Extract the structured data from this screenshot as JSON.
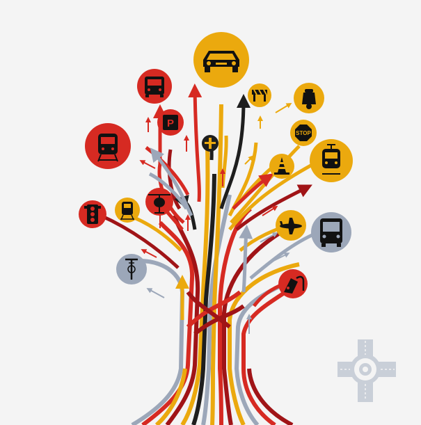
{
  "palette": {
    "background": "#f4f4f4",
    "red": "#d62a22",
    "dark_red": "#a01417",
    "orange": "#eba90e",
    "black": "#1e1e1e",
    "gray_blue": "#9ca7b9",
    "light_gray": "#c9cfd8",
    "icon_ink": "#111111"
  },
  "sign_labels": {
    "parking": "P",
    "stop": "STOP"
  },
  "icons": [
    {
      "id": "car",
      "name": "car-icon",
      "color": "orange"
    },
    {
      "id": "bus",
      "name": "bus-icon",
      "color": "red"
    },
    {
      "id": "parking",
      "name": "parking-sign-icon",
      "color": "red"
    },
    {
      "id": "crossroads",
      "name": "crossroads-sign-icon",
      "color": "black"
    },
    {
      "id": "barrier",
      "name": "road-barrier-icon",
      "color": "orange"
    },
    {
      "id": "scooter",
      "name": "scooter-icon",
      "color": "orange"
    },
    {
      "id": "stop",
      "name": "stop-sign-icon",
      "color": "orange"
    },
    {
      "id": "train-left",
      "name": "train-icon",
      "color": "red"
    },
    {
      "id": "tram",
      "name": "tram-icon",
      "color": "orange"
    },
    {
      "id": "cone",
      "name": "traffic-cone-icon",
      "color": "orange"
    },
    {
      "id": "traffic-light",
      "name": "traffic-light-icon",
      "color": "red"
    },
    {
      "id": "subway",
      "name": "subway-train-icon",
      "color": "orange"
    },
    {
      "id": "helicopter",
      "name": "helicopter-icon",
      "color": "red"
    },
    {
      "id": "airplane",
      "name": "airplane-icon",
      "color": "orange"
    },
    {
      "id": "city-bus",
      "name": "city-bus-icon",
      "color": "gray_blue"
    },
    {
      "id": "bicycle",
      "name": "bicycle-icon",
      "color": "gray_blue"
    },
    {
      "id": "fuel",
      "name": "fuel-pump-icon",
      "color": "red"
    },
    {
      "id": "roundabout",
      "name": "roundabout-icon",
      "color": "light_gray"
    }
  ]
}
